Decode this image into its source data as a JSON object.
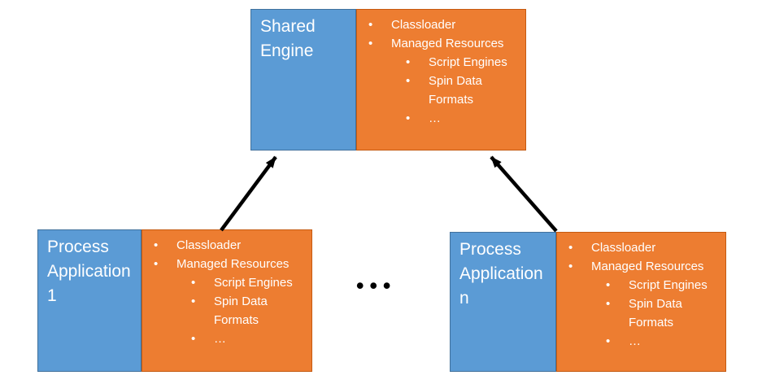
{
  "diagram": {
    "colors": {
      "node_blue_fill": "#5B9BD5",
      "node_blue_border": "#41719C",
      "node_orange_fill": "#ED7D31",
      "node_orange_border": "#C55A11",
      "text": "#FFFFFF",
      "arrow": "#000000"
    },
    "shared_engine": {
      "title": "Shared Engine",
      "items": [
        {
          "level": 1,
          "text": "Classloader"
        },
        {
          "level": 1,
          "text": "Managed Resources"
        },
        {
          "level": 2,
          "text": "Script Engines"
        },
        {
          "level": 2,
          "text": "Spin Data Formats"
        },
        {
          "level": 2,
          "text": "…"
        }
      ]
    },
    "process_app_1": {
      "title": "Process Application 1",
      "items": [
        {
          "level": 1,
          "text": "Classloader"
        },
        {
          "level": 1,
          "text": "Managed Resources"
        },
        {
          "level": 2,
          "text": "Script Engines"
        },
        {
          "level": 2,
          "text": "Spin Data Formats"
        },
        {
          "level": 2,
          "text": "…"
        }
      ]
    },
    "process_app_n": {
      "title": "Process Application n",
      "items": [
        {
          "level": 1,
          "text": "Classloader"
        },
        {
          "level": 1,
          "text": "Managed Resources"
        },
        {
          "level": 2,
          "text": "Script Engines"
        },
        {
          "level": 2,
          "text": "Spin Data Formats"
        },
        {
          "level": 2,
          "text": "…"
        }
      ]
    },
    "ellipsis": "•••"
  }
}
